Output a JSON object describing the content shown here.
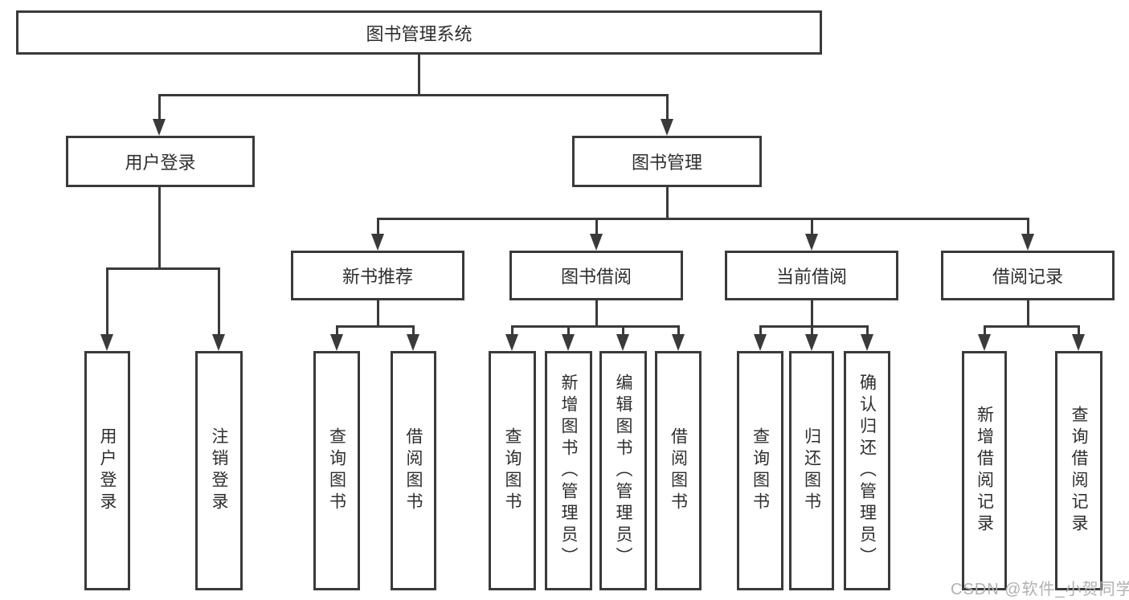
{
  "diagram_title": "图书管理系统",
  "colors": {
    "line": "#3a3a3a",
    "text": "#2e2e2e",
    "background": "#ffffff",
    "watermark": "#b3b0b1"
  },
  "nodes": {
    "root": {
      "label": "图书管理系统"
    },
    "user_login": {
      "label": "用户登录"
    },
    "book_mgmt": {
      "label": "图书管理"
    },
    "new_book_rec": {
      "label": "新书推荐"
    },
    "book_borrow": {
      "label": "图书借阅"
    },
    "current_borrow": {
      "label": "当前借阅"
    },
    "borrow_record": {
      "label": "借阅记录"
    },
    "leaf_user_login": {
      "label": "用户登录"
    },
    "leaf_logout": {
      "label": "注销登录"
    },
    "leaf_nb_query": {
      "label": "查询图书"
    },
    "leaf_nb_borrow": {
      "label": "借阅图书"
    },
    "leaf_bb_query": {
      "label": "查询图书"
    },
    "leaf_bb_add": {
      "label": "新增图书（管理员）"
    },
    "leaf_bb_edit": {
      "label": "编辑图书（管理员）"
    },
    "leaf_bb_borrow": {
      "label": "借阅图书"
    },
    "leaf_cb_query": {
      "label": "查询图书"
    },
    "leaf_cb_return": {
      "label": "归还图书"
    },
    "leaf_cb_confirm": {
      "label": "确认归还（管理员）"
    },
    "leaf_br_add": {
      "label": "新增借阅记录"
    },
    "leaf_br_query": {
      "label": "查询借阅记录"
    }
  },
  "watermark": {
    "text": "CSDN @软件_小贺同学"
  }
}
